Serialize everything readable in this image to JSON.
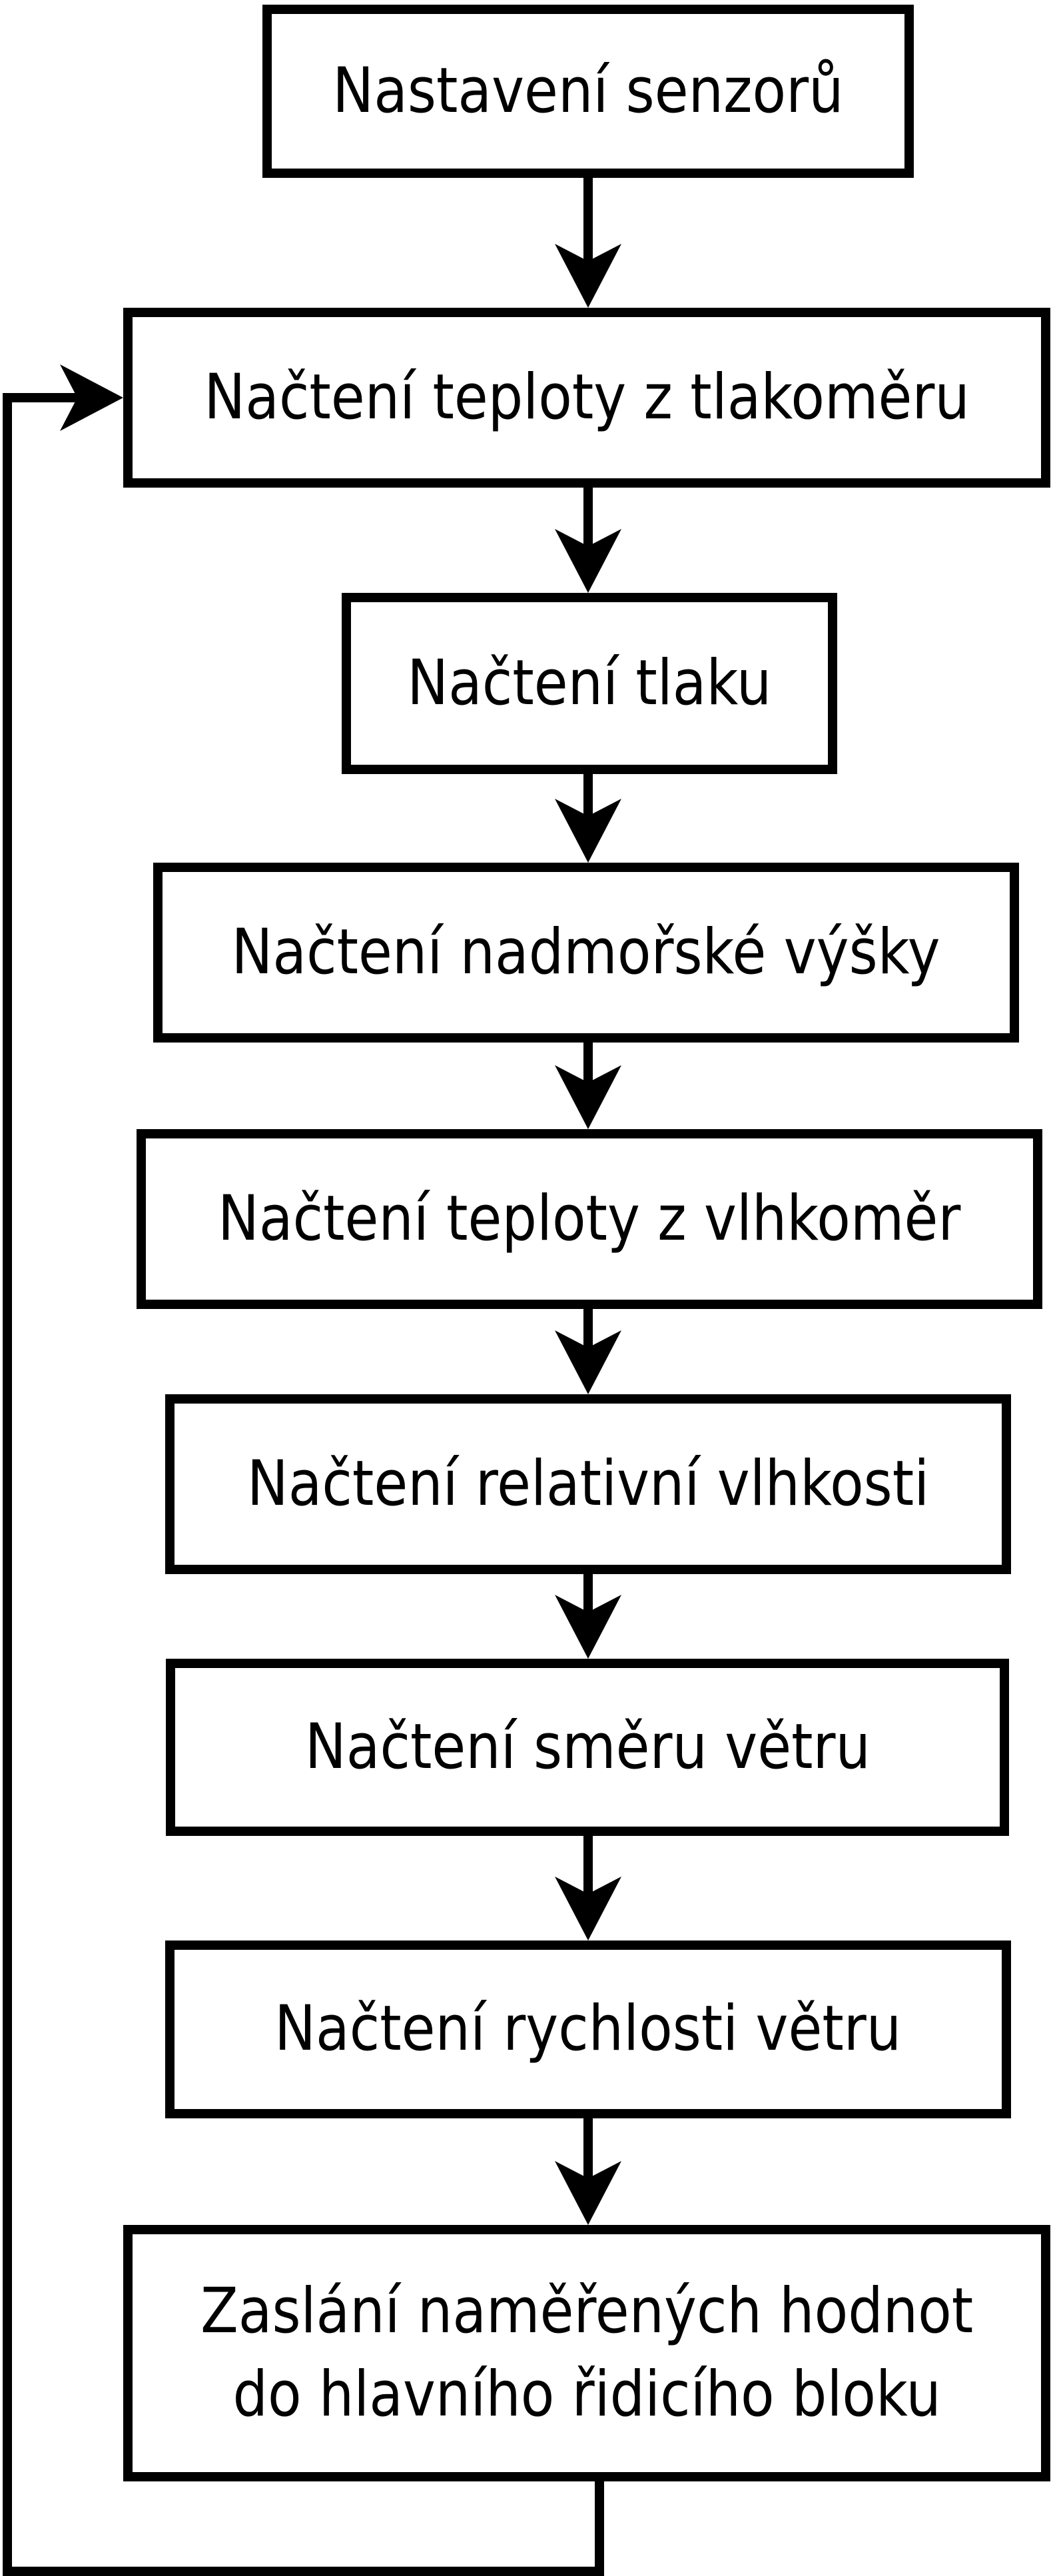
{
  "diagram": {
    "type": "flowchart",
    "language": "cs",
    "colors": {
      "stroke": "#000000",
      "box_fill": "#ffffff",
      "background": "#ffffff",
      "text": "#000000"
    },
    "nodes": [
      {
        "id": "setup-sensors",
        "label": "Nastavení senzorů"
      },
      {
        "id": "read-temp-barometer",
        "label": "Načtení teploty z tlakoměru"
      },
      {
        "id": "read-pressure",
        "label": "Načtení tlaku"
      },
      {
        "id": "read-altitude",
        "label": "Načtení nadmořské výšky"
      },
      {
        "id": "read-temp-hygrometer",
        "label": "Načtení teploty z vlhkoměr"
      },
      {
        "id": "read-rel-humidity",
        "label": "Načtení relativní vlhkosti"
      },
      {
        "id": "read-wind-direction",
        "label": "Načtení směru větru"
      },
      {
        "id": "read-wind-speed",
        "label": "Načtení rychlosti větru"
      },
      {
        "id": "send-values",
        "label": "Zaslání naměřených hodnot do hlavního řidicího bloku",
        "lines": [
          "Zaslání naměřených hodnot",
          "do hlavního řidicího bloku"
        ]
      }
    ],
    "edges": [
      {
        "from": "setup-sensors",
        "to": "read-temp-barometer",
        "type": "down-arrow"
      },
      {
        "from": "read-temp-barometer",
        "to": "read-pressure",
        "type": "down-arrow"
      },
      {
        "from": "read-pressure",
        "to": "read-altitude",
        "type": "down-arrow"
      },
      {
        "from": "read-altitude",
        "to": "read-temp-hygrometer",
        "type": "down-arrow"
      },
      {
        "from": "read-temp-hygrometer",
        "to": "read-rel-humidity",
        "type": "down-arrow"
      },
      {
        "from": "read-rel-humidity",
        "to": "read-wind-direction",
        "type": "down-arrow"
      },
      {
        "from": "read-wind-direction",
        "to": "read-wind-speed",
        "type": "down-arrow"
      },
      {
        "from": "read-wind-speed",
        "to": "send-values",
        "type": "down-arrow"
      },
      {
        "from": "send-values",
        "to": "read-temp-barometer",
        "type": "loop-back"
      }
    ]
  }
}
